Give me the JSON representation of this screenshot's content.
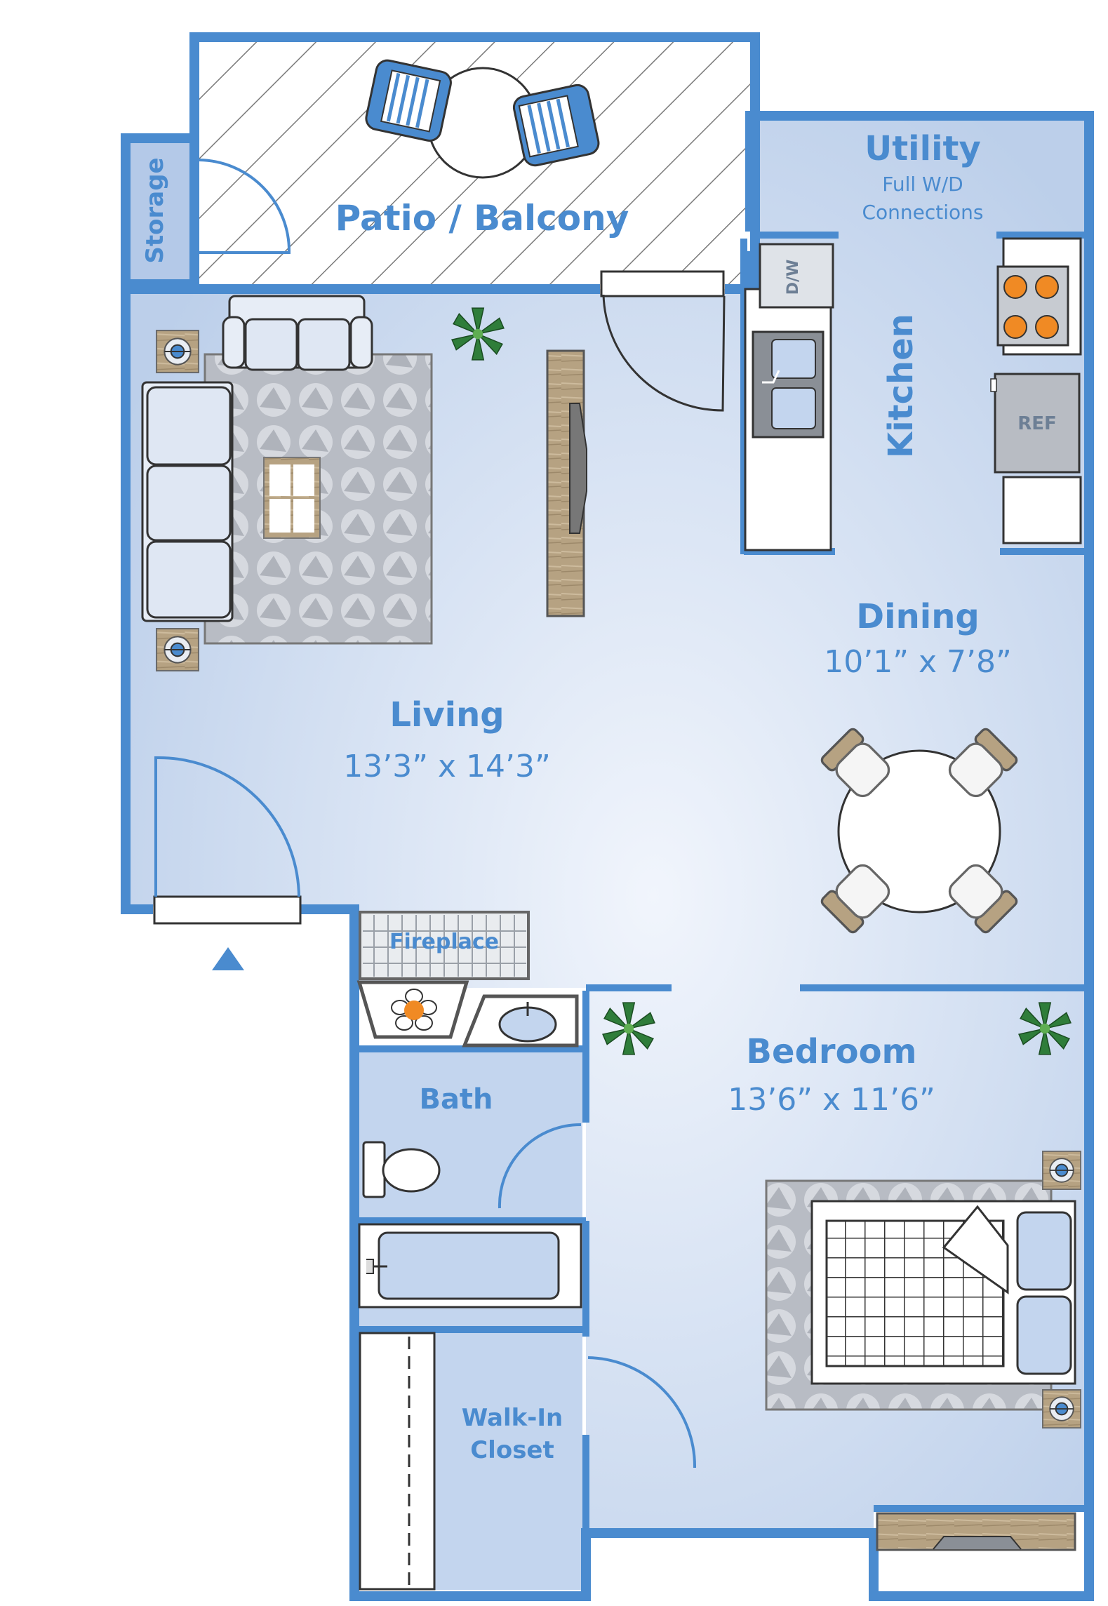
{
  "colors": {
    "wall": "#4a8bcf",
    "floor": "#c3d5ee",
    "floor_center": "#f1f5fc",
    "label": "#4a8bcf",
    "wood": "#b6a282",
    "rug": "#a7aab2",
    "plant": "#2f7d3a",
    "burner": "#f08a24"
  },
  "rooms": {
    "patio": {
      "label": "Patio / Balcony"
    },
    "storage": {
      "label": "Storage"
    },
    "utility": {
      "label": "Utility",
      "sub1": "Full W/D",
      "sub2": "Connections"
    },
    "kitchen": {
      "label": "Kitchen"
    },
    "dining": {
      "label": "Dining",
      "dims": "10’1” x 7’8”"
    },
    "living": {
      "label": "Living",
      "dims": "13’3” x 14’3”"
    },
    "fireplace": {
      "label": "Fireplace"
    },
    "bath": {
      "label": "Bath"
    },
    "bedroom": {
      "label": "Bedroom",
      "dims": "13’6” x 11’6”"
    },
    "closet": {
      "label1": "Walk-In",
      "label2": "Closet"
    }
  },
  "appliances": {
    "dishwasher": "D/W",
    "refrigerator": "REF"
  },
  "icons": {
    "entry": "triangle-up-icon",
    "plant": "plant-icon",
    "lamp": "lamp-icon"
  }
}
